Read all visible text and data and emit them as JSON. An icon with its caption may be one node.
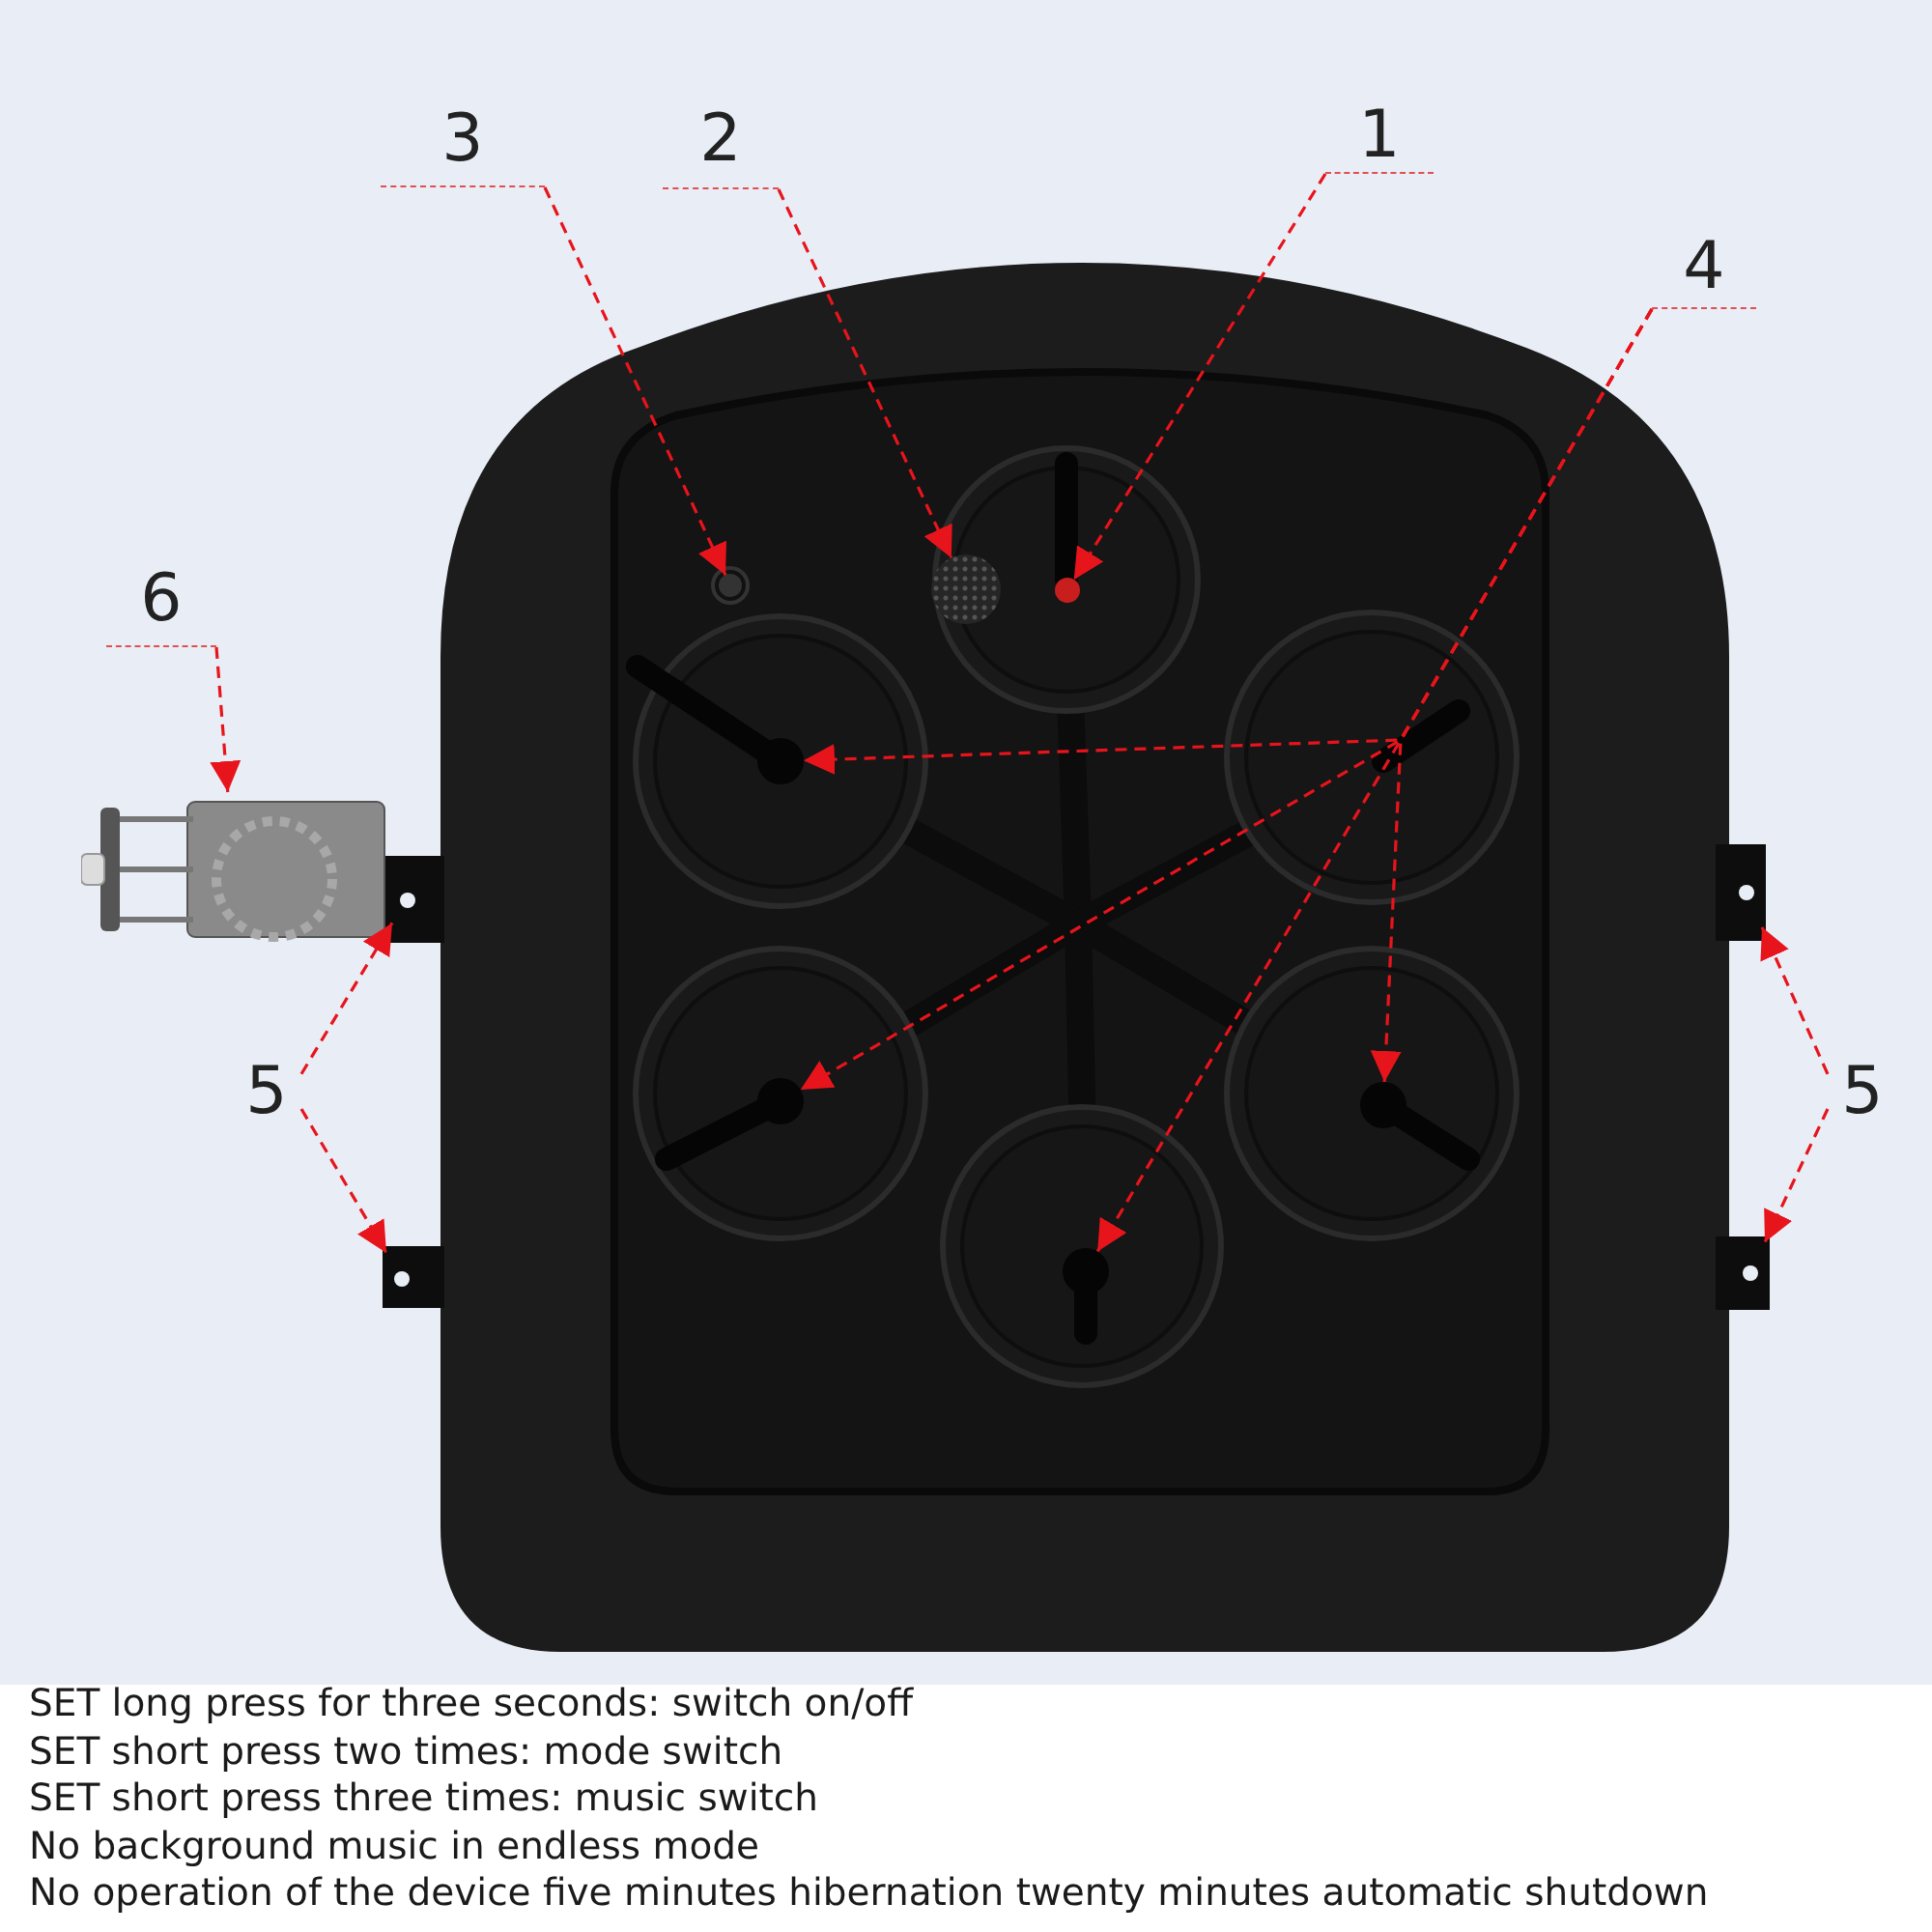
{
  "diagram": {
    "nodes": [
      {
        "text": [
          "1"
        ]
      },
      {
        "text": [
          "2"
        ]
      },
      {
        "text": [
          "3"
        ]
      },
      {
        "text": [
          "4"
        ]
      },
      {
        "text": [
          "5"
        ]
      },
      {
        "text": [
          "5"
        ]
      },
      {
        "text": [
          "6"
        ]
      },
      {
        "text": [],
        "shape": "circle"
      },
      {
        "text": [],
        "shape": "circle"
      },
      {
        "text": [],
        "shape": "circle"
      },
      {
        "text": [],
        "shape": "circle"
      },
      {
        "text": [],
        "shape": "circle"
      },
      {
        "text": [],
        "shape": "circle"
      },
      {
        "text": [],
        "shape": "circle"
      },
      {
        "text": [],
        "shape": "box"
      },
      {
        "text": [],
        "shape": "box"
      },
      {
        "text": [],
        "shape": "box"
      },
      {
        "text": [],
        "shape": "box"
      },
      {
        "text": [],
        "shape": "picture"
      }
    ],
    "edges": [
      {
        "from": 0,
        "to": 7,
        "arrow": "to",
        "style": "dashed"
      },
      {
        "from": 1,
        "to": 8,
        "arrow": "to",
        "style": "dashed"
      },
      {
        "from": 2,
        "to": 9,
        "arrow": "to",
        "style": "dashed"
      },
      {
        "from": 3,
        "to": 10,
        "arrow": "to",
        "style": "dashed"
      },
      {
        "from": 3,
        "to": 11,
        "arrow": "to",
        "style": "dashed"
      },
      {
        "from": 3,
        "to": 12,
        "arrow": "to",
        "style": "dashed"
      },
      {
        "from": 3,
        "to": 13,
        "arrow": "to",
        "style": "dashed"
      },
      {
        "from": 4,
        "to": 14,
        "arrow": "to",
        "style": "dashed"
      },
      {
        "from": 4,
        "to": 15,
        "arrow": "to",
        "style": "dashed"
      },
      {
        "from": 5,
        "to": 16,
        "arrow": "to",
        "style": "dashed"
      },
      {
        "from": 5,
        "to": 17,
        "arrow": "to",
        "style": "dashed"
      },
      {
        "from": 6,
        "to": 18,
        "arrow": "to",
        "style": "dashed"
      }
    ],
    "labels": [
      "SET long press for three seconds: switch on/off",
      "SET short press two times: mode switch",
      "SET short press three times: music switch",
      "No background music in endless mode",
      "No operation of the device five minutes hibernation twenty minutes automatic shutdown"
    ]
  }
}
